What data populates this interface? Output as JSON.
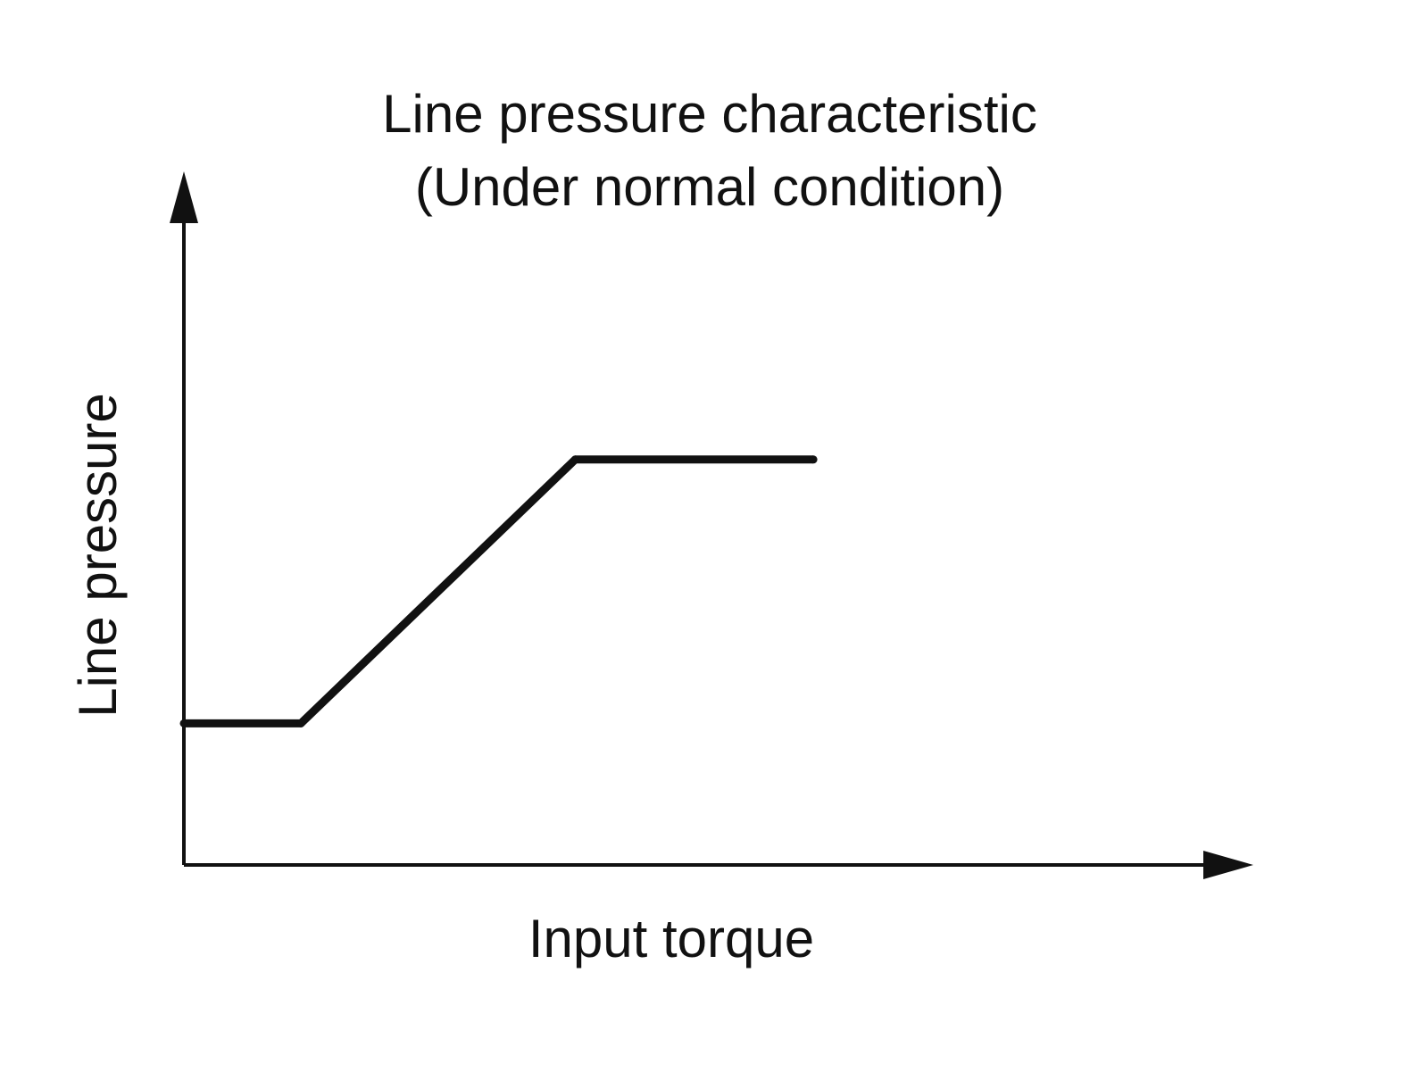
{
  "chart_data": {
    "type": "line",
    "title": "Line pressure characteristic",
    "subtitle": "(Under normal condition)",
    "xlabel": "Input torque",
    "ylabel": "Line pressure",
    "xlim": [
      0,
      10
    ],
    "ylim": [
      0,
      10
    ],
    "grid": false,
    "legend": "none",
    "series": [
      {
        "x": [
          0,
          1.45,
          4.85,
          7.8
        ],
        "y": [
          2.2,
          2.2,
          6.3,
          6.3
        ]
      }
    ],
    "line_color": "#111111"
  }
}
